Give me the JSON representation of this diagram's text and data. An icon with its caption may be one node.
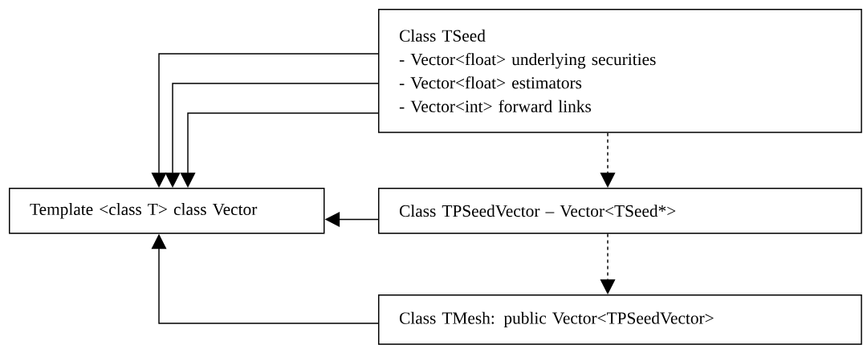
{
  "diagram": {
    "nodes": [
      {
        "text": [
          "Class TSeed",
          "- Vector<float> underlying securities",
          "- Vector<float> estimators",
          "- Vector<int> forward links"
        ]
      },
      {
        "text": [
          "Template <class T> class Vector"
        ]
      },
      {
        "text": [
          "Class TPSeedVector – Vector<TSeed*>"
        ]
      },
      {
        "text": [
          "Class TMesh: public Vector<TPSeedVector>"
        ]
      }
    ],
    "edges": [
      {
        "from": 0,
        "to": 1,
        "arrow": "to"
      },
      {
        "from": 0,
        "to": 1,
        "arrow": "to"
      },
      {
        "from": 0,
        "to": 1,
        "arrow": "to"
      },
      {
        "from": 0,
        "to": 2,
        "arrow": "to",
        "style": "dashed"
      },
      {
        "from": 2,
        "to": 1,
        "arrow": "to"
      },
      {
        "from": 2,
        "to": 3,
        "arrow": "to",
        "style": "dashed"
      },
      {
        "from": 3,
        "to": 1,
        "arrow": "to"
      }
    ]
  }
}
